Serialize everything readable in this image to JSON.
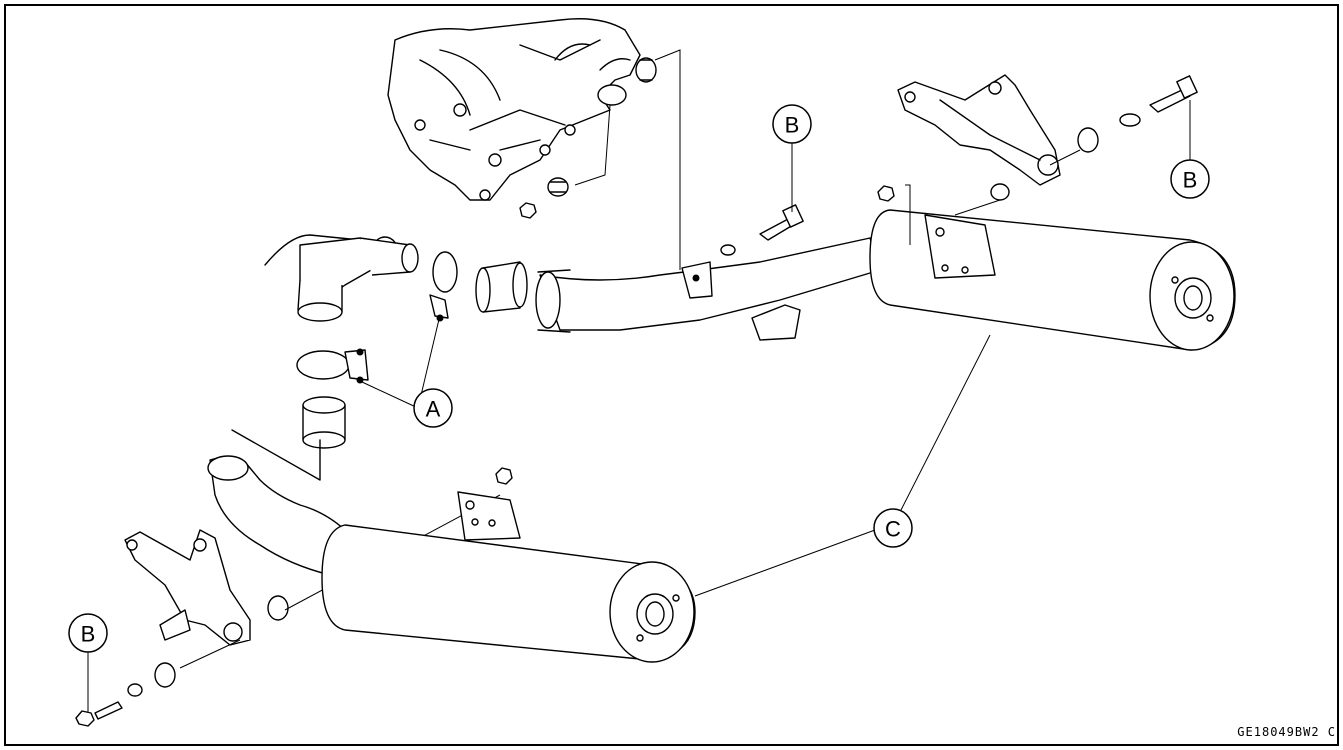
{
  "callouts": {
    "a": "A",
    "b": "B",
    "c": "C"
  },
  "figure_code": "GE18049BW2 C"
}
